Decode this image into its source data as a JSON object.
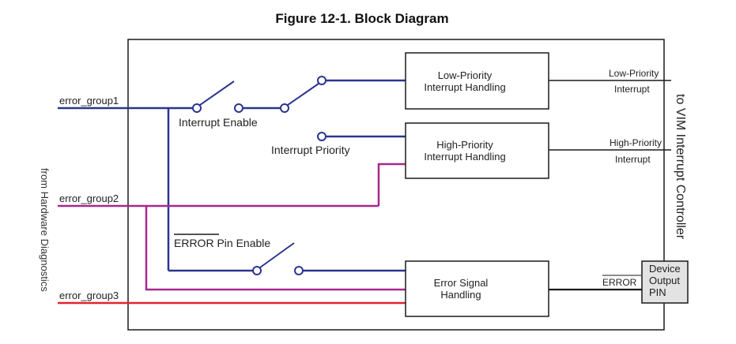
{
  "title": "Figure 12-1. Block Diagram",
  "colors": {
    "group1": "#2b3590",
    "group2": "#a8288e",
    "group3": "#e2232f",
    "outline": "#1a1a1a",
    "pin_fill": "#e3e3e3"
  },
  "inputs": {
    "side_label": "from Hardware Diagnostics",
    "group1": "error_group1",
    "group2": "error_group2",
    "group3": "error_group3"
  },
  "switches": {
    "interrupt_enable": "Interrupt Enable",
    "interrupt_priority": "Interrupt Priority",
    "error_pin_enable_overline": "ERROR",
    "error_pin_enable_rest": " Pin Enable"
  },
  "blocks": {
    "low_priority": [
      "Low-Priority",
      "Interrupt Handling"
    ],
    "high_priority": [
      "High-Priority",
      "Interrupt Handling"
    ],
    "error_signal": [
      "Error Signal",
      "Handling"
    ]
  },
  "outputs": {
    "side_label": "to VIM Interrupt Controller",
    "low_priority": [
      "Low-Priority",
      "Interrupt"
    ],
    "high_priority": [
      "High-Priority",
      "Interrupt"
    ],
    "error_signal": "ERROR",
    "device_pin": [
      "Device",
      "Output",
      "PIN"
    ]
  }
}
